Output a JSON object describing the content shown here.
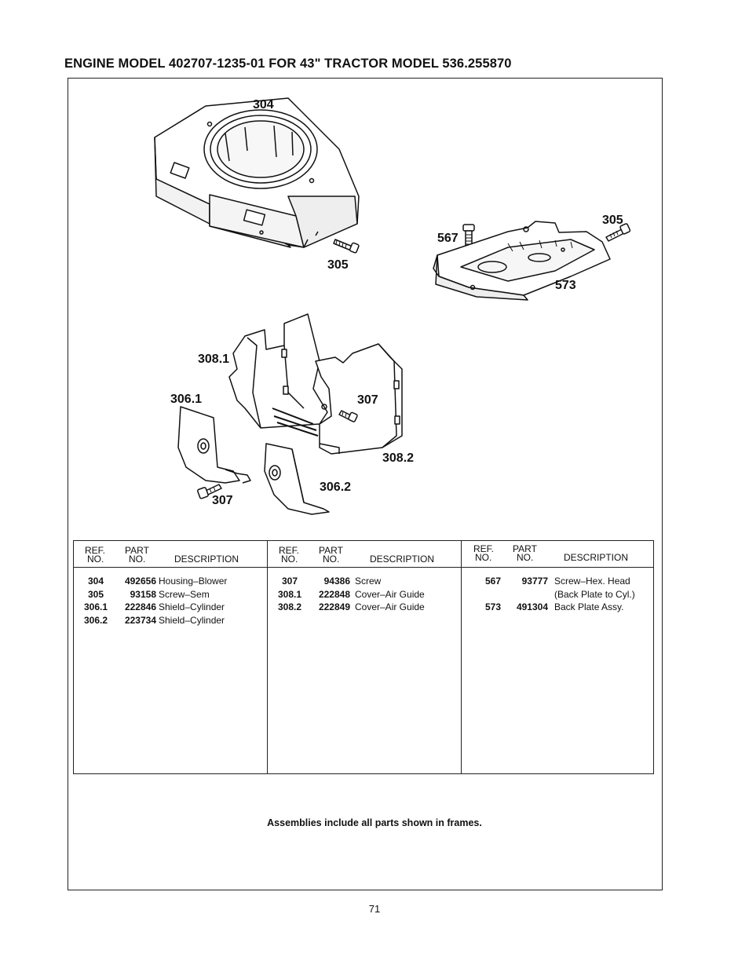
{
  "header": {
    "title": "ENGINE MODEL 402707-1235-01 FOR 43\" TRACTOR MODEL 536.255870"
  },
  "diagram": {
    "callouts": [
      "304",
      "305",
      "567",
      "305",
      "573",
      "308.1",
      "306.1",
      "307",
      "308.2",
      "306.2",
      "307"
    ]
  },
  "table": {
    "headers": {
      "ref_line1": "REF.",
      "ref_line2": "NO.",
      "part_line1": "PART",
      "part_line2": "NO.",
      "description": "DESCRIPTION"
    },
    "columns": [
      {
        "rows": [
          {
            "ref": "304",
            "part": "492656",
            "description": "Housing–Blower"
          },
          {
            "ref": "305",
            "part": "93158",
            "description": "Screw–Sem"
          },
          {
            "ref": "306.1",
            "part": "222846",
            "description": "Shield–Cylinder"
          },
          {
            "ref": "306.2",
            "part": "223734",
            "description": "Shield–Cylinder"
          }
        ]
      },
      {
        "rows": [
          {
            "ref": "307",
            "part": "94386",
            "description": "Screw"
          },
          {
            "ref": "308.1",
            "part": "222848",
            "description": "Cover–Air Guide"
          },
          {
            "ref": "308.2",
            "part": "222849",
            "description": "Cover–Air Guide"
          }
        ]
      },
      {
        "rows": [
          {
            "ref": "567",
            "part": "93777",
            "description": "Screw–Hex. Head"
          },
          {
            "ref": "",
            "part": "",
            "description": "(Back Plate to Cyl.)"
          },
          {
            "ref": "573",
            "part": "491304",
            "description": "Back Plate Assy."
          }
        ]
      }
    ]
  },
  "footer": {
    "note": "Assemblies include all parts shown in frames.",
    "page_number": "71"
  }
}
